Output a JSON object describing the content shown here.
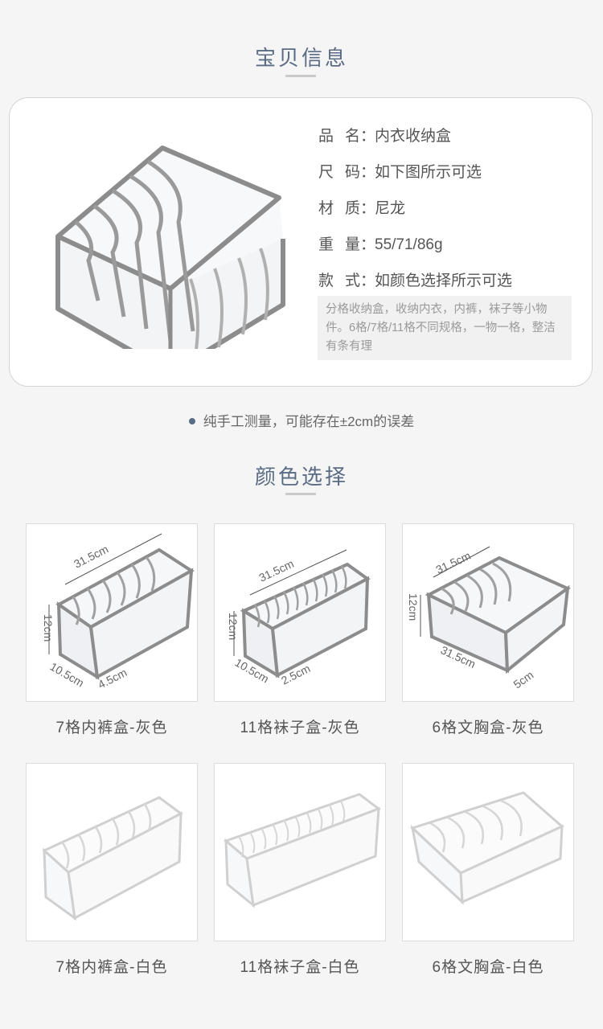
{
  "info_section": {
    "title": "宝贝信息"
  },
  "specs": [
    {
      "label": "品名",
      "value": "内衣收纳盒"
    },
    {
      "label": "尺码",
      "value": "如下图所示可选"
    },
    {
      "label": "材质",
      "value": "尼龙"
    },
    {
      "label": "重量",
      "value": "55/71/86g"
    },
    {
      "label": "款式",
      "value": "如颜色选择所示可选"
    }
  ],
  "description": "分格收纳盒，收纳内衣，内裤，袜子等小物件。6格/7格/11格不同规格，一物一格，整洁有条有理",
  "note": "纯手工测量，可能存在±2cm的误差",
  "color_section": {
    "title": "颜色选择"
  },
  "options": [
    {
      "caption": "7格内裤盒-灰色",
      "dims": {
        "length": "31.5cm",
        "height": "12cm",
        "depth": "10.5cm",
        "cell": "4.5cm"
      }
    },
    {
      "caption": "11格袜子盒-灰色",
      "dims": {
        "length": "31.5cm",
        "height": "12cm",
        "depth": "10.5cm",
        "cell": "2.5cm"
      }
    },
    {
      "caption": "6格文胸盒-灰色",
      "dims": {
        "length": "31.5cm",
        "height": "12cm",
        "depth": "31.5cm",
        "cell": "5cm"
      }
    },
    {
      "caption": "7格内裤盒-白色"
    },
    {
      "caption": "11格袜子盒-白色"
    },
    {
      "caption": "6格文胸盒-白色"
    }
  ],
  "colors": {
    "accent": "#5a6b85",
    "gray_trim": "#8c8c8c",
    "white_trim": "#d0d0d0"
  }
}
